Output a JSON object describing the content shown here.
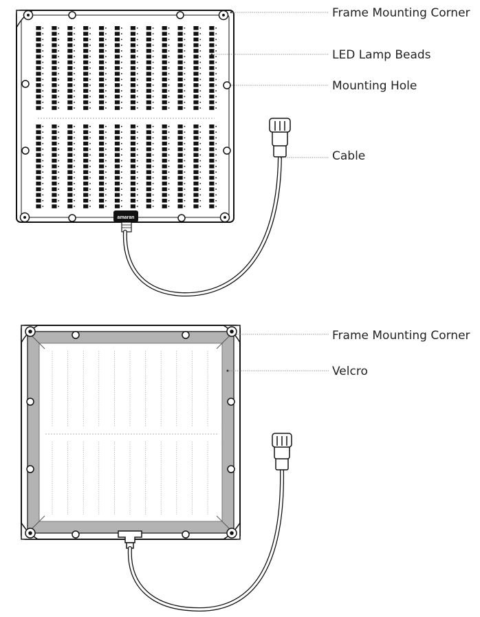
{
  "front_view": {
    "callouts": [
      {
        "id": "frame-mounting-corner",
        "label": "Frame Mounting Corner"
      },
      {
        "id": "led-lamp-beads",
        "label": "LED Lamp Beads"
      },
      {
        "id": "mounting-hole",
        "label": "Mounting Hole"
      },
      {
        "id": "cable",
        "label": "Cable"
      }
    ],
    "logo": "amaran"
  },
  "back_view": {
    "callouts": [
      {
        "id": "frame-mounting-corner",
        "label": "Frame Mounting Corner"
      },
      {
        "id": "velcro",
        "label": "Velcro"
      }
    ]
  }
}
